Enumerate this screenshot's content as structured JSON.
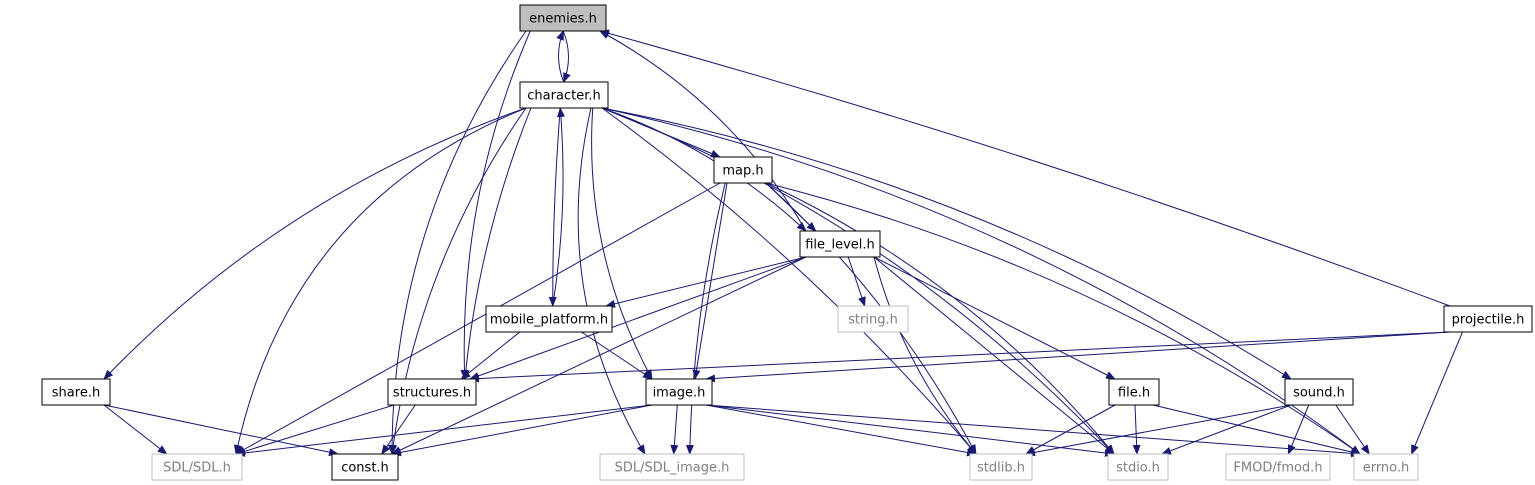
{
  "colors": {
    "edge": "#191970",
    "node_border": "#000000",
    "external_border": "#bfbfbf",
    "external_text": "#7f7f7f",
    "root_fill": "#bfbfbf",
    "fill": "#ffffff"
  },
  "nodes": [
    {
      "id": "enemies",
      "label": "enemies.h",
      "style": "root"
    },
    {
      "id": "character",
      "label": "character.h",
      "style": "normal"
    },
    {
      "id": "map",
      "label": "map.h",
      "style": "normal"
    },
    {
      "id": "file_level",
      "label": "file_level.h",
      "style": "normal"
    },
    {
      "id": "string",
      "label": "string.h",
      "style": "external"
    },
    {
      "id": "mobile_platform",
      "label": "mobile_platform.h",
      "style": "normal"
    },
    {
      "id": "projectile",
      "label": "projectile.h",
      "style": "normal"
    },
    {
      "id": "share",
      "label": "share.h",
      "style": "normal"
    },
    {
      "id": "structures",
      "label": "structures.h",
      "style": "normal"
    },
    {
      "id": "image",
      "label": "image.h",
      "style": "normal"
    },
    {
      "id": "file",
      "label": "file.h",
      "style": "normal"
    },
    {
      "id": "sound",
      "label": "sound.h",
      "style": "normal"
    },
    {
      "id": "sdl",
      "label": "SDL/SDL.h",
      "style": "external"
    },
    {
      "id": "const",
      "label": "const.h",
      "style": "normal"
    },
    {
      "id": "sdl_image",
      "label": "SDL/SDL_image.h",
      "style": "external"
    },
    {
      "id": "stdlib",
      "label": "stdlib.h",
      "style": "external"
    },
    {
      "id": "stdio",
      "label": "stdio.h",
      "style": "external"
    },
    {
      "id": "fmod",
      "label": "FMOD/fmod.h",
      "style": "external"
    },
    {
      "id": "errno",
      "label": "errno.h",
      "style": "external"
    }
  ],
  "edges": [
    {
      "from": "enemies",
      "to": "character"
    },
    {
      "from": "enemies",
      "to": "structures"
    },
    {
      "from": "enemies",
      "to": "const"
    },
    {
      "from": "character",
      "to": "enemies"
    },
    {
      "from": "character",
      "to": "map"
    },
    {
      "from": "character",
      "to": "file_level"
    },
    {
      "from": "character",
      "to": "mobile_platform"
    },
    {
      "from": "character",
      "to": "share"
    },
    {
      "from": "character",
      "to": "structures"
    },
    {
      "from": "character",
      "to": "image"
    },
    {
      "from": "character",
      "to": "sound"
    },
    {
      "from": "character",
      "to": "sdl"
    },
    {
      "from": "character",
      "to": "const"
    },
    {
      "from": "character",
      "to": "sdl_image"
    },
    {
      "from": "character",
      "to": "stdlib"
    },
    {
      "from": "character",
      "to": "stdio"
    },
    {
      "from": "character",
      "to": "errno"
    },
    {
      "from": "map",
      "to": "file_level"
    },
    {
      "from": "map",
      "to": "image"
    },
    {
      "from": "map",
      "to": "sdl"
    },
    {
      "from": "map",
      "to": "sdl_image"
    },
    {
      "from": "map",
      "to": "stdlib"
    },
    {
      "from": "map",
      "to": "stdio"
    },
    {
      "from": "map",
      "to": "errno"
    },
    {
      "from": "file_level",
      "to": "enemies"
    },
    {
      "from": "file_level",
      "to": "string"
    },
    {
      "from": "file_level",
      "to": "mobile_platform"
    },
    {
      "from": "file_level",
      "to": "structures"
    },
    {
      "from": "file_level",
      "to": "file"
    },
    {
      "from": "file_level",
      "to": "const"
    },
    {
      "from": "file_level",
      "to": "stdlib"
    },
    {
      "from": "file_level",
      "to": "stdio"
    },
    {
      "from": "mobile_platform",
      "to": "character"
    },
    {
      "from": "mobile_platform",
      "to": "structures"
    },
    {
      "from": "mobile_platform",
      "to": "image"
    },
    {
      "from": "projectile",
      "to": "enemies"
    },
    {
      "from": "projectile",
      "to": "structures"
    },
    {
      "from": "projectile",
      "to": "image"
    },
    {
      "from": "projectile",
      "to": "errno"
    },
    {
      "from": "share",
      "to": "sdl"
    },
    {
      "from": "share",
      "to": "const"
    },
    {
      "from": "structures",
      "to": "sdl"
    },
    {
      "from": "structures",
      "to": "const"
    },
    {
      "from": "image",
      "to": "sdl"
    },
    {
      "from": "image",
      "to": "const"
    },
    {
      "from": "image",
      "to": "sdl_image"
    },
    {
      "from": "image",
      "to": "stdlib"
    },
    {
      "from": "image",
      "to": "stdio"
    },
    {
      "from": "image",
      "to": "errno"
    },
    {
      "from": "file",
      "to": "stdlib"
    },
    {
      "from": "file",
      "to": "stdio"
    },
    {
      "from": "file",
      "to": "errno"
    },
    {
      "from": "sound",
      "to": "fmod"
    },
    {
      "from": "sound",
      "to": "stdlib"
    },
    {
      "from": "sound",
      "to": "stdio"
    },
    {
      "from": "sound",
      "to": "errno"
    }
  ]
}
